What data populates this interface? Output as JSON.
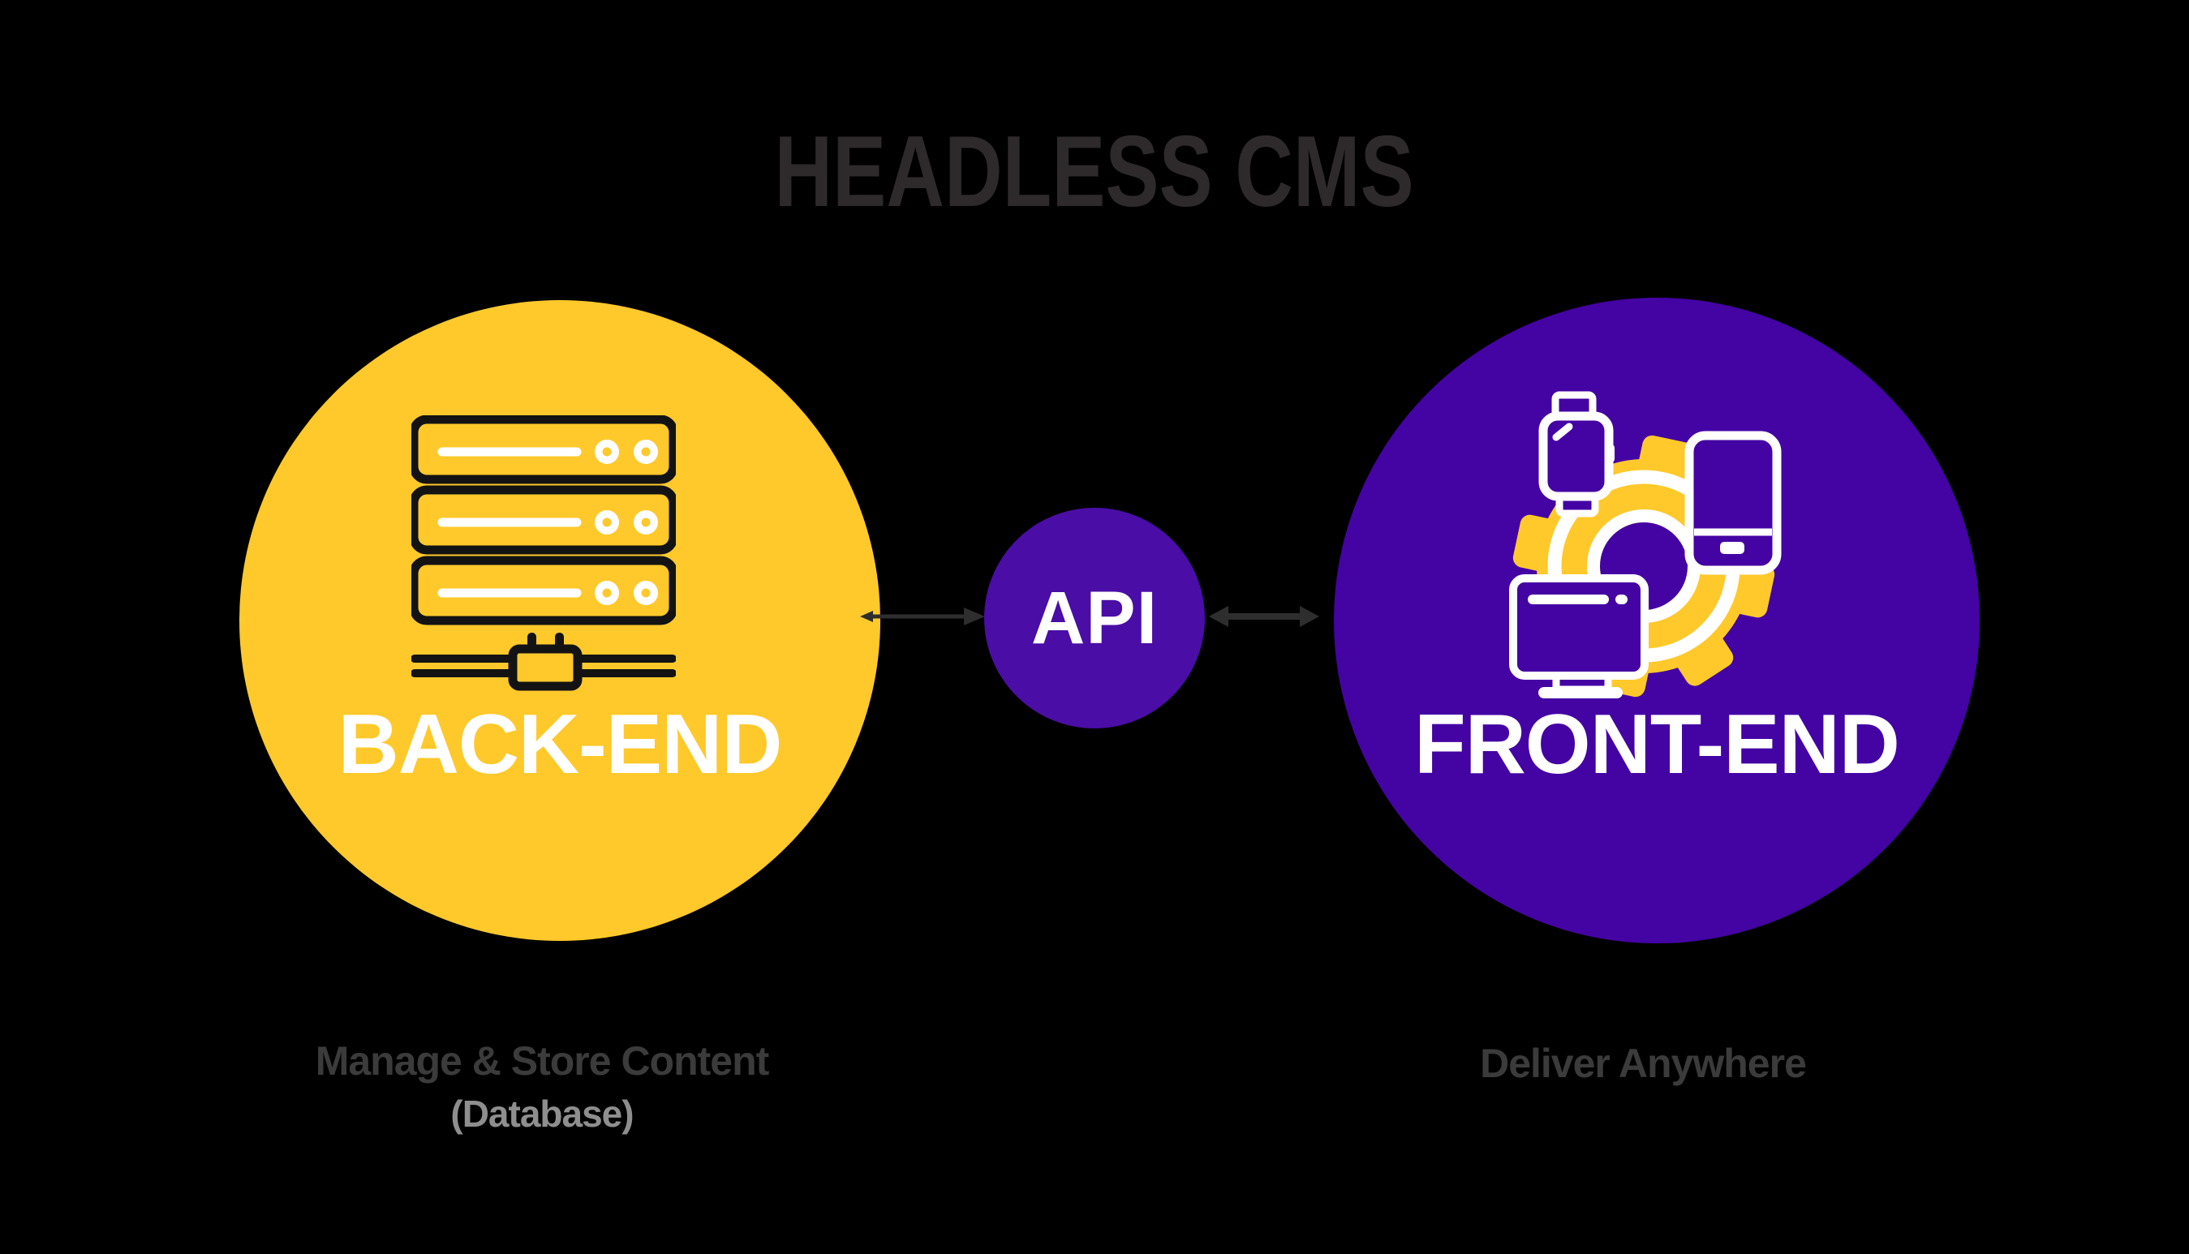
{
  "title": "HEADLESS CMS",
  "colors": {
    "bg": "#000000",
    "yellow": "#FFC92B",
    "purple": "#4403A3",
    "purple-api": "#4A0DA5",
    "title-ink": "#2E2A2B",
    "caption-ink": "#3B3B3B",
    "caption-muted": "#8E8E8E",
    "icon-ink": "#131313",
    "arrow-ink": "#2E2E2E",
    "white": "#FFFFFF"
  },
  "backend": {
    "label": "BACK-END",
    "icon": "server-stack-icon",
    "caption": "Manage & Store Content",
    "caption_sub": "(Database)"
  },
  "api": {
    "label": "API",
    "left_arrow_icon": "arrow-right-icon",
    "right_arrow_icon": "arrow-left-right-icon"
  },
  "frontend": {
    "label": "FRONT-END",
    "icons": [
      "gear-icon",
      "smartwatch-icon",
      "smartphone-icon",
      "monitor-icon"
    ],
    "caption": "Deliver Anywhere"
  }
}
